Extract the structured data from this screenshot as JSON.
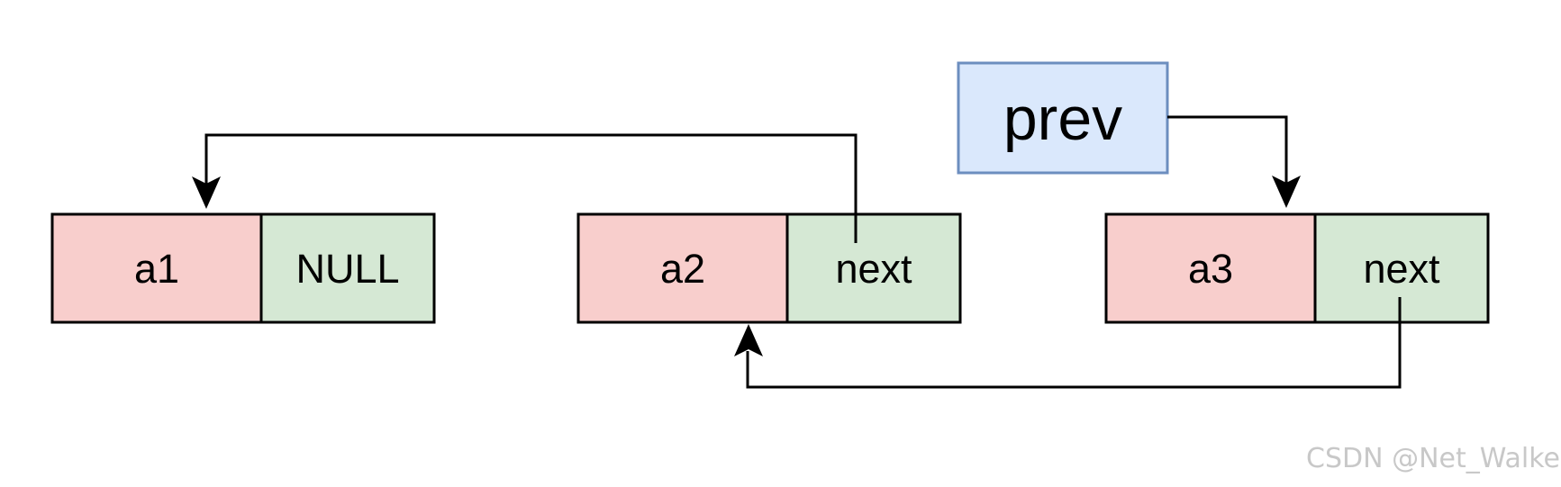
{
  "diagram": {
    "nodes": [
      {
        "id": "node-a1",
        "data_label": "a1",
        "pointer_label": "NULL"
      },
      {
        "id": "node-a2",
        "data_label": "a2",
        "pointer_label": "next"
      },
      {
        "id": "node-a3",
        "data_label": "a3",
        "pointer_label": "next"
      }
    ],
    "prev": {
      "label": "prev"
    },
    "edges": [
      {
        "from": "node-a2.next",
        "to": "node-a1"
      },
      {
        "from": "prev",
        "to": "node-a3"
      },
      {
        "from": "node-a3.next",
        "to": "node-a2"
      }
    ],
    "colors": {
      "data_cell_fill": "#f8cecc",
      "pointer_cell_fill": "#d5e8d4",
      "prev_fill": "#dae8fc",
      "prev_stroke": "#6c8ebf",
      "cell_stroke": "#000000",
      "arrow_stroke": "#000000"
    }
  },
  "watermark": {
    "text": "CSDN @Net_Walke"
  }
}
